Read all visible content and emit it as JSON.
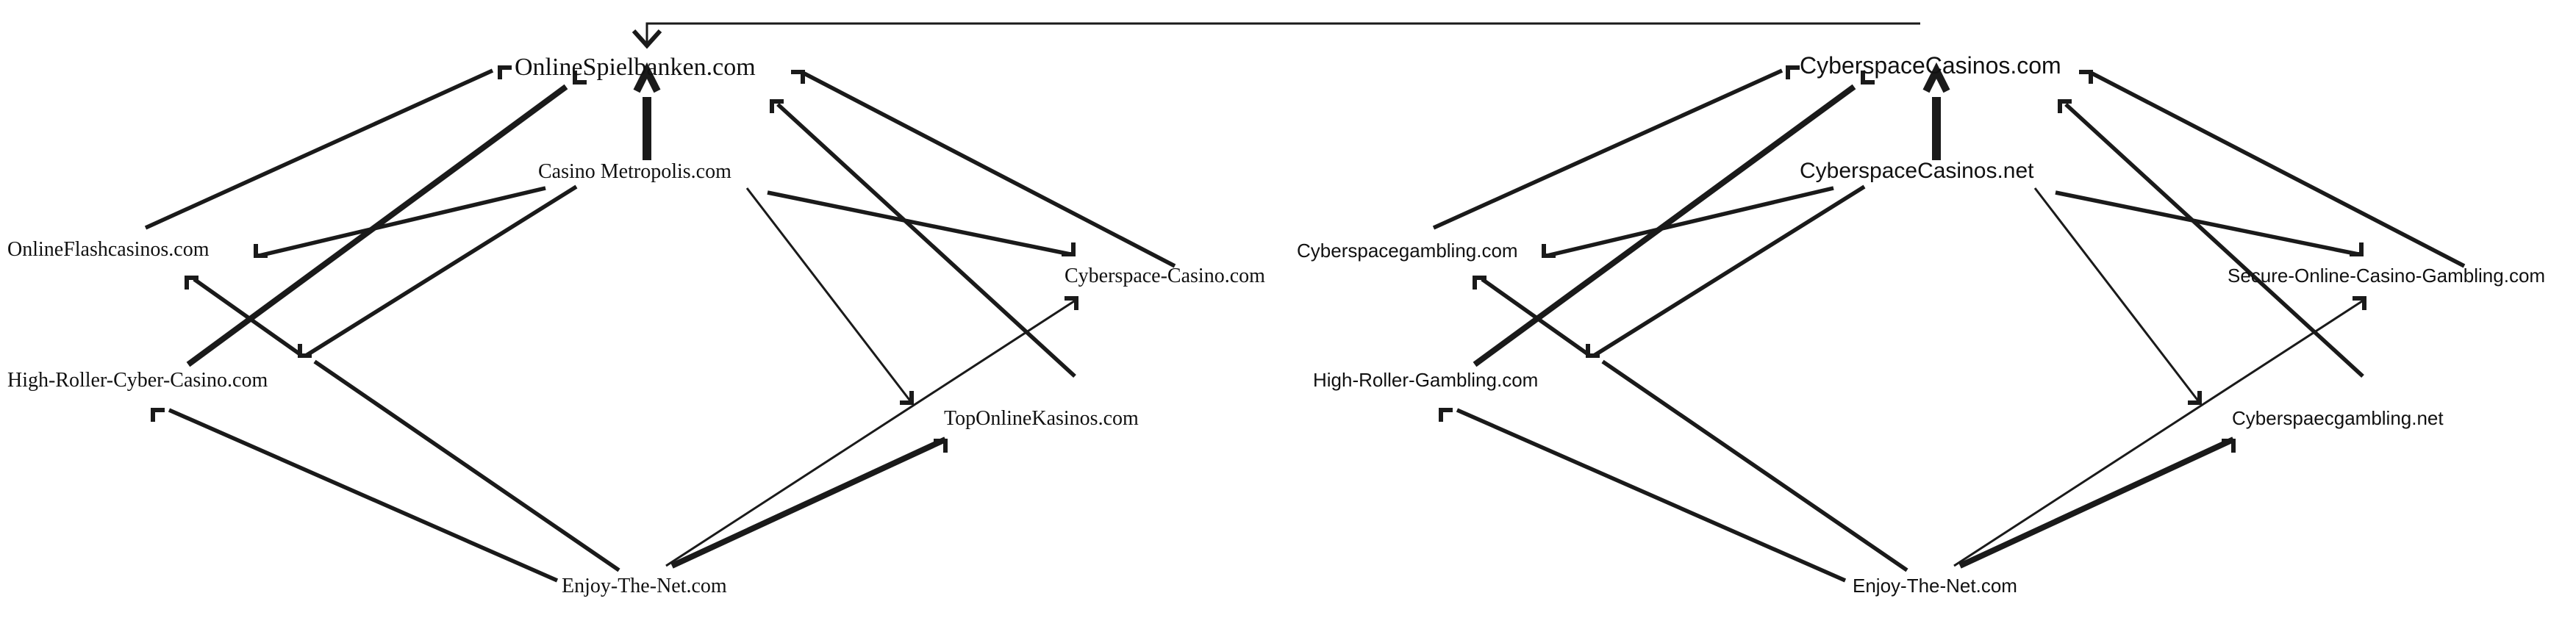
{
  "colors": {
    "ink": "#1a1a1a",
    "background": "#ffffff"
  },
  "graphs": [
    {
      "nodes": {
        "top": "OnlineSpielbanken.com",
        "center": "Casino  Metropolis.com",
        "left1": "OnlineFlashcasinos.com",
        "right1": "Cyberspace-Casino.com",
        "left2": "High-Roller-Cyber-Casino.com",
        "right2": "TopOnlineKasinos.com",
        "bottom": "Enjoy-The-Net.com"
      }
    },
    {
      "nodes": {
        "top": "CyberspaceCasinos.com",
        "center": "CyberspaceCasinos.net",
        "left1": "Cyberspacegambling.com",
        "right1": "Secure-Online-Casino-Gambling.com",
        "left2": "High-Roller-Gambling.com",
        "right2": "Cyberspaecgambling.net",
        "bottom": "Enjoy-The-Net.com"
      }
    }
  ],
  "edges": [
    {
      "from": "left1",
      "to": "top",
      "weight": "medium"
    },
    {
      "from": "left2",
      "to": "top",
      "weight": "heavy"
    },
    {
      "from": "center",
      "to": "top",
      "weight": "bold"
    },
    {
      "from": "right1",
      "to": "top",
      "weight": "medium"
    },
    {
      "from": "right2",
      "to": "top",
      "weight": "medium"
    },
    {
      "from": "center",
      "to": "left1",
      "weight": "medium"
    },
    {
      "from": "center",
      "to": "right1",
      "weight": "medium"
    },
    {
      "from": "center",
      "to": "bottom",
      "weight": "thin"
    },
    {
      "from": "left1",
      "to": "bottom",
      "weight": "medium"
    },
    {
      "from": "left2",
      "to": "bottom",
      "weight": "medium"
    },
    {
      "from": "bottom",
      "to": "right1",
      "weight": "thin"
    },
    {
      "from": "bottom",
      "to": "right2",
      "weight": "heavy"
    }
  ],
  "cross_link": {
    "from": "graph2.top",
    "to": "graph1.top",
    "weight": "thin"
  }
}
